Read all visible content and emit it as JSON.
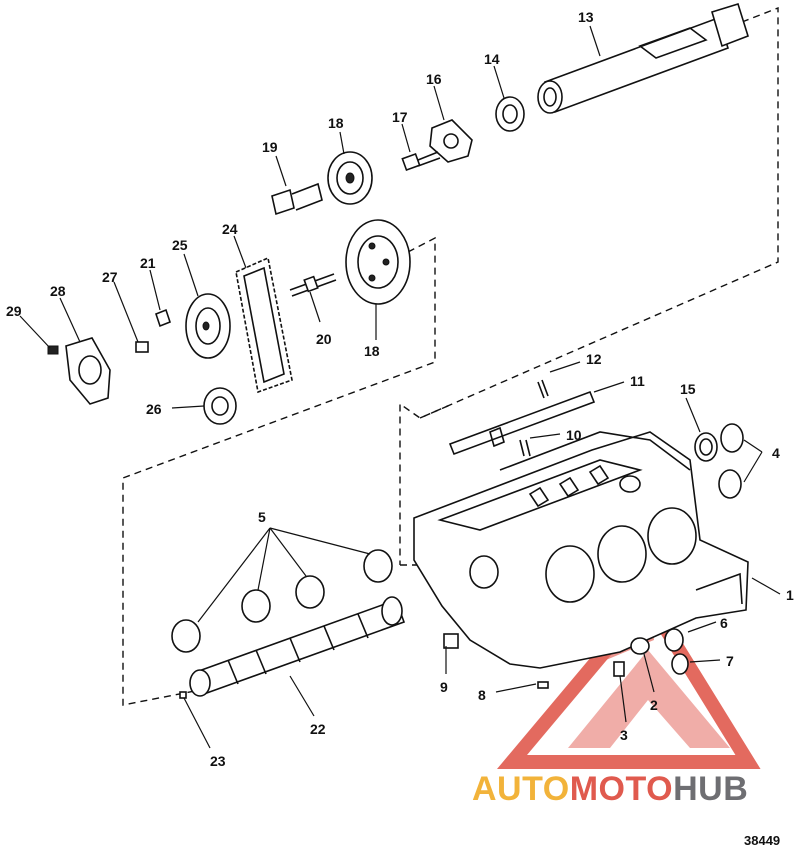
{
  "diagram": {
    "drawing_number": "38449",
    "callouts": [
      {
        "id": "c13",
        "label": "13"
      },
      {
        "id": "c14",
        "label": "14"
      },
      {
        "id": "c16",
        "label": "16"
      },
      {
        "id": "c17",
        "label": "17"
      },
      {
        "id": "c18a",
        "label": "18"
      },
      {
        "id": "c19",
        "label": "19"
      },
      {
        "id": "c24",
        "label": "24"
      },
      {
        "id": "c25",
        "label": "25"
      },
      {
        "id": "c21",
        "label": "21"
      },
      {
        "id": "c27",
        "label": "27"
      },
      {
        "id": "c28",
        "label": "28"
      },
      {
        "id": "c29",
        "label": "29"
      },
      {
        "id": "c20",
        "label": "20"
      },
      {
        "id": "c18b",
        "label": "18"
      },
      {
        "id": "c26",
        "label": "26"
      },
      {
        "id": "c12",
        "label": "12"
      },
      {
        "id": "c11",
        "label": "11"
      },
      {
        "id": "c15",
        "label": "15"
      },
      {
        "id": "c10",
        "label": "10"
      },
      {
        "id": "c4",
        "label": "4"
      },
      {
        "id": "c5",
        "label": "5"
      },
      {
        "id": "c1",
        "label": "1"
      },
      {
        "id": "c6",
        "label": "6"
      },
      {
        "id": "c7",
        "label": "7"
      },
      {
        "id": "c9",
        "label": "9"
      },
      {
        "id": "c8",
        "label": "8"
      },
      {
        "id": "c2",
        "label": "2"
      },
      {
        "id": "c3",
        "label": "3"
      },
      {
        "id": "c22",
        "label": "22"
      },
      {
        "id": "c23",
        "label": "23"
      }
    ]
  },
  "watermark": {
    "part1": "AUTO",
    "part2": "MOTO",
    "part3": "HUB",
    "colors": {
      "yellow": "#f2b33a",
      "red": "#e05a4e",
      "gray": "#6e6e72"
    }
  }
}
